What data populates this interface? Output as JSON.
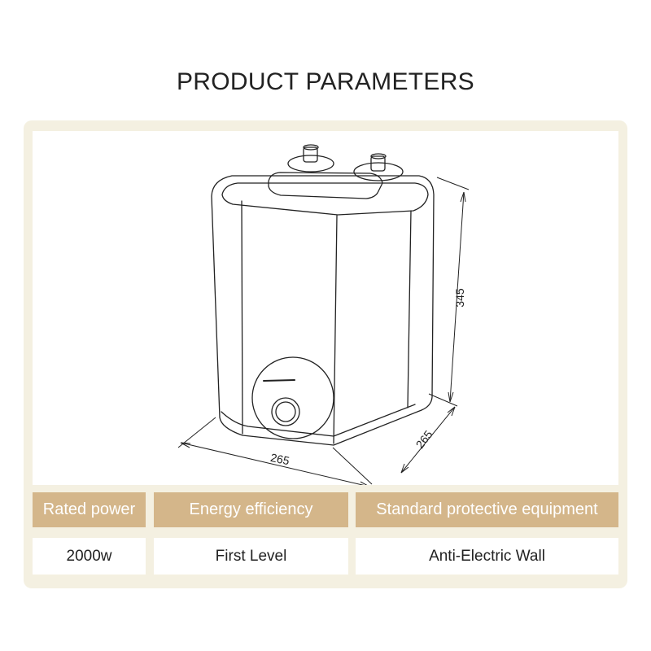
{
  "title": "PRODUCT PARAMETERS",
  "diagram": {
    "height_label": "345",
    "width_label": "265",
    "depth_label": "265",
    "line_color": "#222222"
  },
  "table": {
    "header_bg": "#d4b68a",
    "panel_bg": "#f4f0e1",
    "columns": [
      {
        "header": "Rated power",
        "value": "2000w"
      },
      {
        "header": "Energy efficiency",
        "value": "First Level"
      },
      {
        "header": "Standard protective equipment",
        "value": "Anti-Electric Wall"
      }
    ]
  }
}
